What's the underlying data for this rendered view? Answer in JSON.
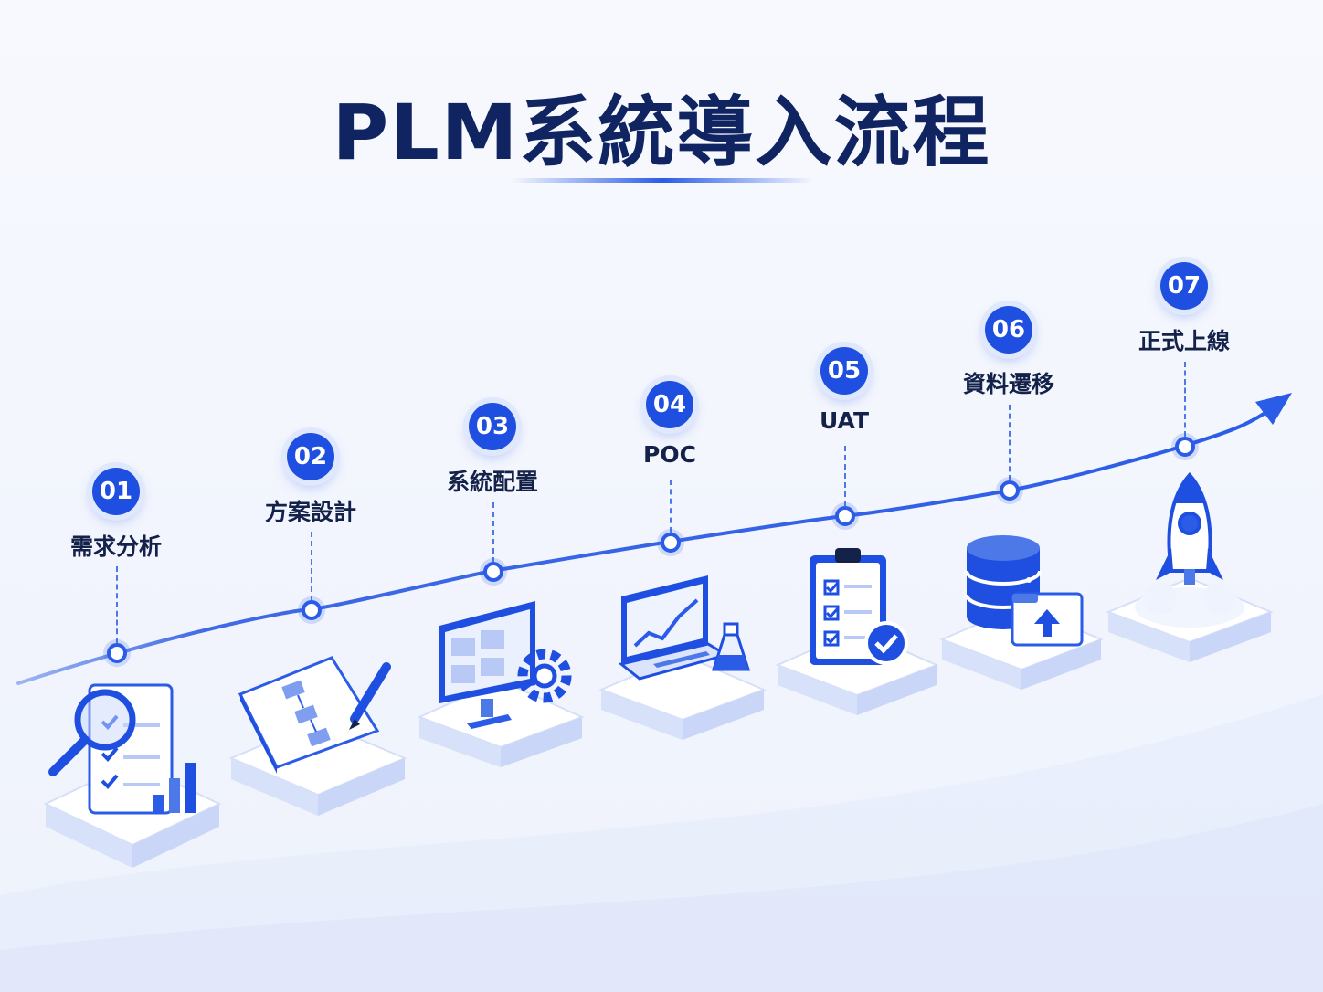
{
  "title": "PLM系統導入流程",
  "colors": {
    "primary": "#1f4fe0",
    "accent": "#2b5ce8",
    "title": "#0f2460",
    "text": "#14224a"
  },
  "steps": [
    {
      "number": "01",
      "label": "需求分析",
      "icon": "magnifier-checklist-chart-icon"
    },
    {
      "number": "02",
      "label": "方案設計",
      "icon": "flowchart-pencil-icon"
    },
    {
      "number": "03",
      "label": "系統配置",
      "icon": "monitor-gear-icon"
    },
    {
      "number": "04",
      "label": "POC",
      "icon": "laptop-flask-icon"
    },
    {
      "number": "05",
      "label": "UAT",
      "icon": "clipboard-check-icon"
    },
    {
      "number": "06",
      "label": "資料遷移",
      "icon": "database-upload-icon"
    },
    {
      "number": "07",
      "label": "正式上線",
      "icon": "rocket-icon"
    }
  ]
}
